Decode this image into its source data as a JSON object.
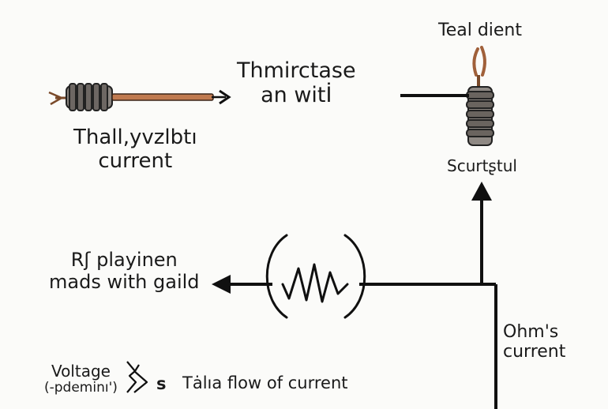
{
  "labels": {
    "top_left_line1": "Thall,yvzlbtı",
    "top_left_line2": "current",
    "center_top_line1": "Thmirctase",
    "center_top_line2": "an witİ",
    "top_right_title": "Teal dient",
    "right_under_coil": "Scurtʂtul",
    "left_middle_line1": "Rʃ playinen",
    "left_middle_line2": "mads with gaild",
    "right_lower_line1": "Ohm's",
    "right_lower_line2": "current",
    "bottom_left_line1": "Voltage",
    "bottom_left_line2": "(-pdeminı')",
    "bottom_s": "s",
    "bottom_flow": "Tȧlıa flow of current"
  },
  "colors": {
    "ink": "#1a1a1a",
    "wire": "#101010",
    "coil_dark": "#55504c",
    "coil_light": "#a8a29c",
    "rod_copper": "#b96d45",
    "background": "#fbfbf9"
  },
  "icons": {
    "coil_left": "copper-coil-icon",
    "coil_right": "vertical-coil-icon",
    "resistor": "resistor-symbol-icon",
    "voltage": "voltage-source-icon"
  }
}
